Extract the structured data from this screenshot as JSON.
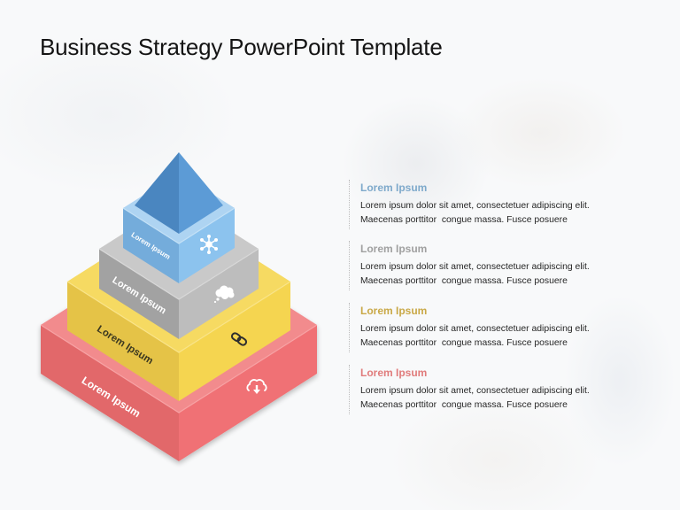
{
  "slide": {
    "title": "Business Strategy PowerPoint Template"
  },
  "pyramid": {
    "apex": {
      "colors": {
        "left": "#4a86c0",
        "right": "#5c9bd6"
      }
    },
    "layers": [
      {
        "name": "blue",
        "label": "Lorem Ipsum",
        "icon": "network-icon",
        "colors": {
          "top": "#aed4f2",
          "left": "#74acdb",
          "right": "#8cc3ee"
        },
        "label_color": "#ffffff"
      },
      {
        "name": "gray",
        "label": "Lorem Ipsum",
        "icon": "thought-cloud-icon",
        "colors": {
          "top": "#c9c9c9",
          "left": "#a2a2a2",
          "right": "#bdbdbd"
        },
        "label_color": "#ffffff"
      },
      {
        "name": "yellow",
        "label": "Lorem Ipsum",
        "icon": "chain-link-icon",
        "colors": {
          "top": "#f6da62",
          "left": "#e5c347",
          "right": "#f5d550"
        },
        "label_color": "#3b3820"
      },
      {
        "name": "red",
        "label": "Lorem Ipsum",
        "icon": "cloud-download-icon",
        "colors": {
          "top": "#f28b8d",
          "left": "#e2676b",
          "right": "#f07174"
        },
        "label_color": "#ffffff"
      }
    ]
  },
  "items": [
    {
      "heading": "Lorem Ipsum",
      "heading_color": "#7ea9cb",
      "body": [
        "Lorem ipsum dolor sit amet, consectetuer adipiscing elit.",
        "Maecenas porttitor  congue massa. Fusce posuere"
      ]
    },
    {
      "heading": "Lorem Ipsum",
      "heading_color": "#a0a0a0",
      "body": [
        "Lorem ipsum dolor sit amet, consectetuer adipiscing elit.",
        "Maecenas porttitor  congue massa. Fusce posuere"
      ]
    },
    {
      "heading": "Lorem Ipsum",
      "heading_color": "#c9a846",
      "body": [
        "Lorem ipsum dolor sit amet, consectetuer adipiscing elit.",
        "Maecenas porttitor  congue massa. Fusce posuere"
      ]
    },
    {
      "heading": "Lorem Ipsum",
      "heading_color": "#e07b7b",
      "body": [
        "Lorem ipsum dolor sit amet, consectetuer adipiscing elit.",
        "Maecenas porttitor  congue massa. Fusce posuere"
      ]
    }
  ]
}
